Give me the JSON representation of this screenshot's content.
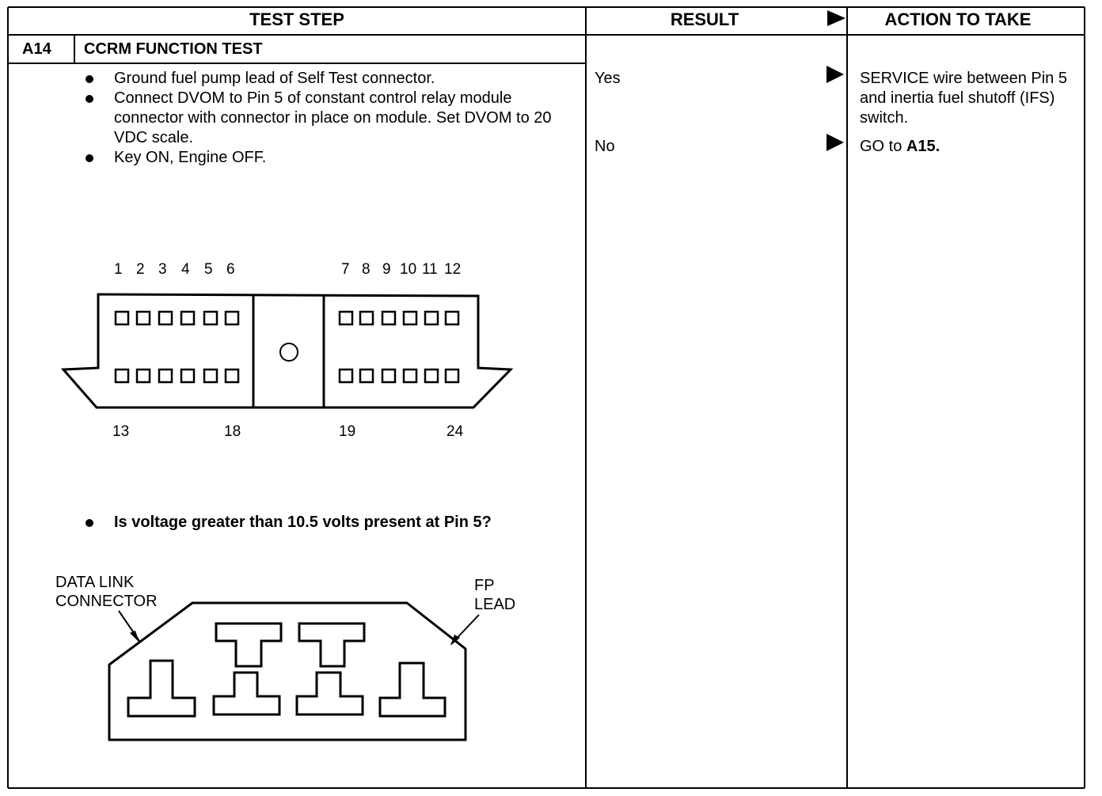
{
  "header": {
    "test_step": "TEST STEP",
    "result": "RESULT",
    "action_to_take": "ACTION TO TAKE"
  },
  "step": {
    "id": "A14",
    "title": "CCRM FUNCTION TEST",
    "bullets": [
      "Ground fuel pump lead of Self Test connector.",
      "Connect DVOM to Pin 5 of constant control relay module connector with connector in place on module. Set DVOM to 20 VDC scale.",
      "Key ON, Engine OFF."
    ],
    "question": "Is voltage greater than 10.5 volts present at Pin 5?"
  },
  "connector_diagram": {
    "top_pins_left": [
      "1",
      "2",
      "3",
      "4",
      "5",
      "6"
    ],
    "top_pins_right": [
      "7",
      "8",
      "9",
      "10",
      "11",
      "12"
    ],
    "bottom_labels": [
      "13",
      "18",
      "19",
      "24"
    ]
  },
  "dlc_diagram": {
    "left_label_line1": "DATA LINK",
    "left_label_line2": "CONNECTOR",
    "right_label_line1": "FP",
    "right_label_line2": "LEAD"
  },
  "results": [
    {
      "result": "Yes",
      "action": "SERVICE wire between Pin 5 and inertia fuel shutoff  (IFS) switch."
    },
    {
      "result": "No",
      "action_prefix": "GO to ",
      "action_ref": "A15."
    }
  ]
}
